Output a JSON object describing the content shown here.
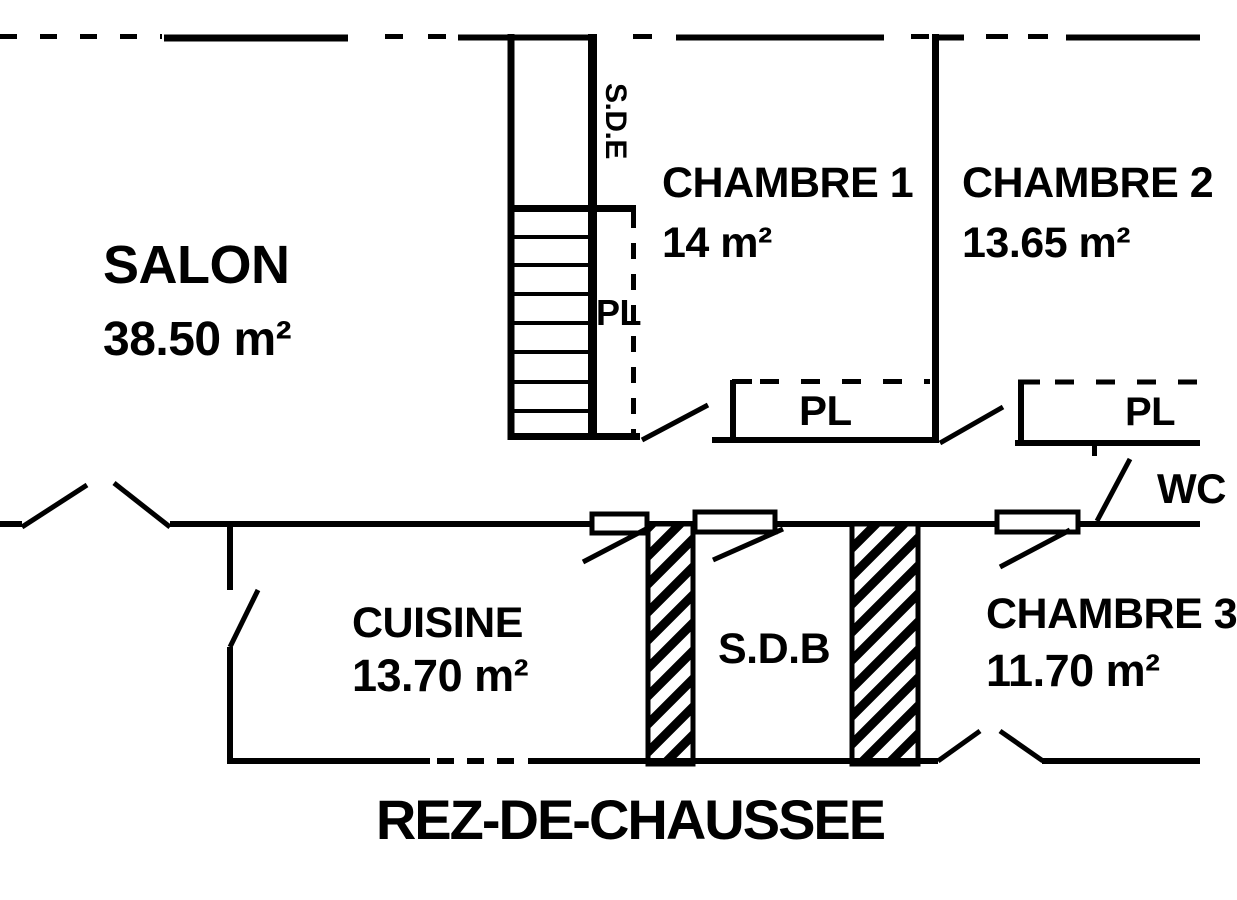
{
  "plan": {
    "floor_label": "REZ-DE-CHAUSSEE",
    "rooms": {
      "salon": {
        "name": "SALON",
        "area": "38.50 m²"
      },
      "chambre1": {
        "name": "CHAMBRE 1",
        "area": "14 m²"
      },
      "chambre2": {
        "name": "CHAMBRE 2",
        "area": "13.65 m²"
      },
      "cuisine": {
        "name": "CUISINE",
        "area": "13.70 m²"
      },
      "sdb": {
        "name": "S.D.B"
      },
      "chambre3": {
        "name": "CHAMBRE 3",
        "area": "11.70 m²"
      },
      "wc": {
        "name": "WC"
      },
      "sde": {
        "name": "S.D.E"
      }
    },
    "closets": {
      "stairs": "PL",
      "chambre1": "PL",
      "chambre2": "PL"
    },
    "colors": {
      "line": "#000000",
      "background": "#ffffff"
    }
  }
}
